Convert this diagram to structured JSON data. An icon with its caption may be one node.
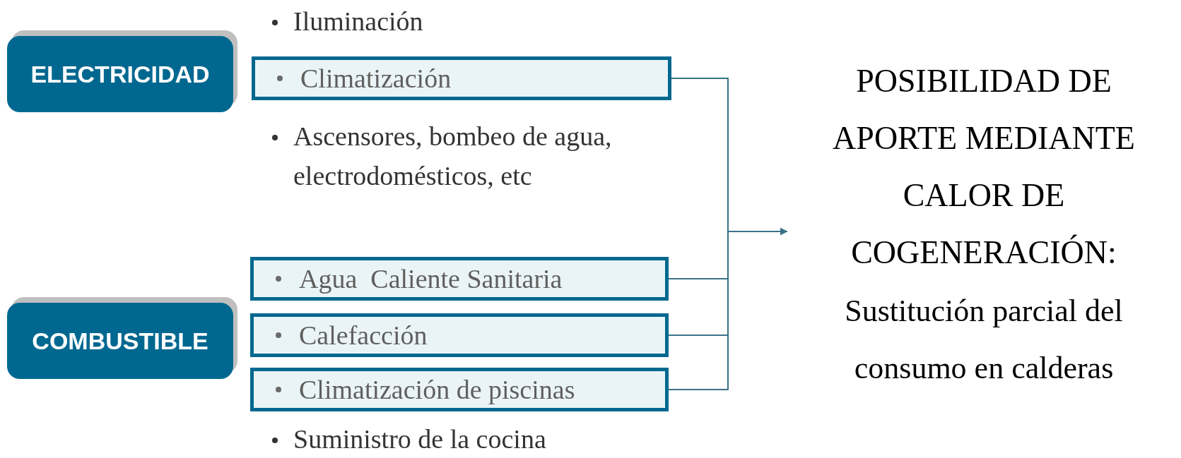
{
  "diagram": {
    "nodes": [
      {
        "text": [
          "ELECTRICIDAD"
        ]
      },
      {
        "text": [
          "COMBUSTIBLE"
        ]
      },
      {
        "text": [
          "Climatización"
        ]
      },
      {
        "text": [
          "Agua  Caliente Sanitaria"
        ]
      },
      {
        "text": [
          "Calefacción"
        ]
      },
      {
        "text": [
          "Climatización de piscinas"
        ]
      },
      {
        "text": [
          "POSIBILIDAD DE APORTE MEDIANTE CALOR DE COGENERACIÓN:",
          "Sustitución parcial del consumo en calderas"
        ]
      }
    ],
    "edges": [
      {
        "from": 2,
        "to": 6,
        "arrow": "to"
      },
      {
        "from": 3,
        "to": 6,
        "arrow": "to"
      },
      {
        "from": 4,
        "to": 6,
        "arrow": "to"
      },
      {
        "from": 5,
        "to": 6,
        "arrow": "to"
      }
    ],
    "labels": [
      "Iluminación",
      "Ascensores, bombeo de agua, electrodomésticos, etc",
      "Suministro de la cocina"
    ]
  }
}
